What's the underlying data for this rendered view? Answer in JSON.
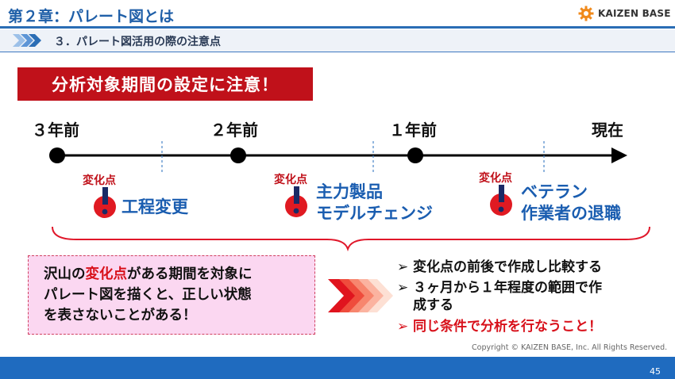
{
  "header": {
    "chapter_title": "第２章：パレート図とは",
    "logo_text": "KAIZEN BASE",
    "section_title": "３．パレート図活用の際の注意点"
  },
  "warning": "分析対象期間の設定に注意！",
  "timeline": {
    "labels": [
      "３年前",
      "２年前",
      "１年前",
      "現在"
    ]
  },
  "change_label": "変化点",
  "events": [
    {
      "lines": [
        "工程変更"
      ]
    },
    {
      "lines": [
        "主力製品",
        "モデルチェンジ"
      ]
    },
    {
      "lines": [
        "ベテラン",
        "作業者の退職"
      ]
    }
  ],
  "info": {
    "line1_before": "沢山の",
    "line1_highlight": "変化点",
    "line1_after": "がある期間を対象に",
    "line2": "パレート図を描くと、正しい状態",
    "line3": "を表さないことがある！"
  },
  "bullets": {
    "marker": "➢",
    "item1": "変化点の前後で作成し比較する",
    "item2_line1": "３ヶ月から１年程度の範囲で作",
    "item2_line2": "成する",
    "item3": "同じ条件で分析を行なうこと！"
  },
  "colors": {
    "accent_blue": "#1f5fa8",
    "warning_red": "#c0111a",
    "event_blue": "#1a5db0",
    "info_pink": "#fbd7f1"
  },
  "footer": {
    "copyright": "Copyright ©  KAIZEN BASE, Inc.  All Rights Reserved.",
    "page_number": "45"
  }
}
